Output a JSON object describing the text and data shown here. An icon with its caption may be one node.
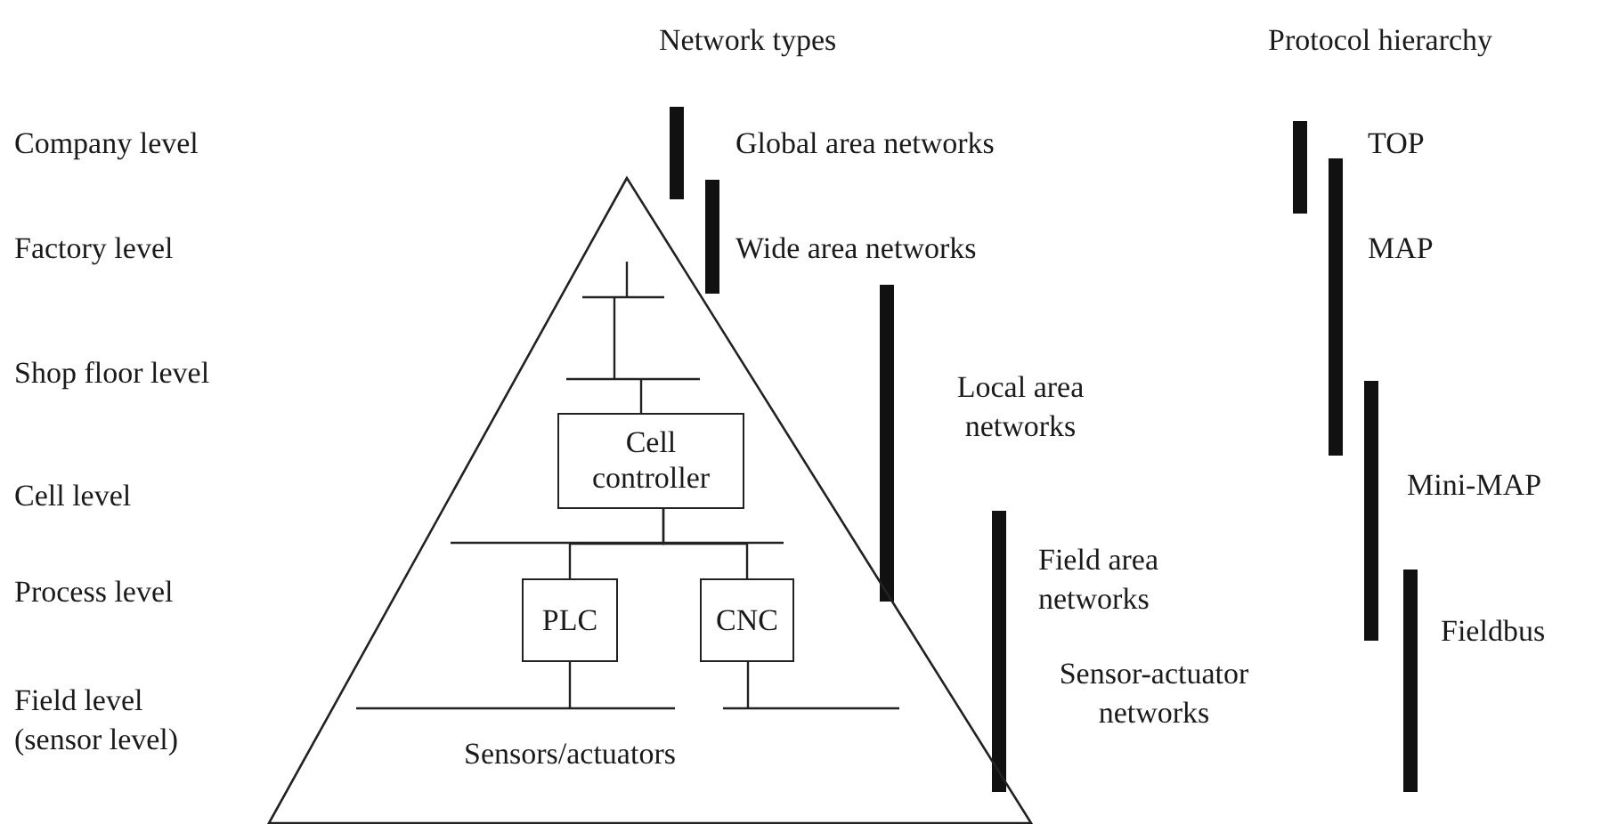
{
  "diagram": {
    "nodes": [
      {
        "text": [],
        "shape": "triangle"
      },
      {
        "text": [
          "Cell controller"
        ],
        "in": 0
      },
      {
        "text": [
          "PLC"
        ],
        "in": 0
      },
      {
        "text": [
          "CNC"
        ],
        "in": 0
      }
    ],
    "edges": [
      {
        "from": 1,
        "to": 2,
        "arrow": "none"
      },
      {
        "from": 1,
        "to": 3,
        "arrow": "none"
      }
    ],
    "labels": [
      "Network types",
      "Protocol hierarchy",
      "Company level",
      "Global area networks",
      "TOP",
      "Factory level",
      "Wide area networks",
      "MAP",
      "Shop floor level",
      "Local area networks",
      "Cell level",
      "Mini-MAP",
      "Process level",
      "Field area networks",
      "Fieldbus",
      "Field level (sensor level)",
      "Sensors/actuators",
      "Sensor-actuator networks"
    ]
  }
}
